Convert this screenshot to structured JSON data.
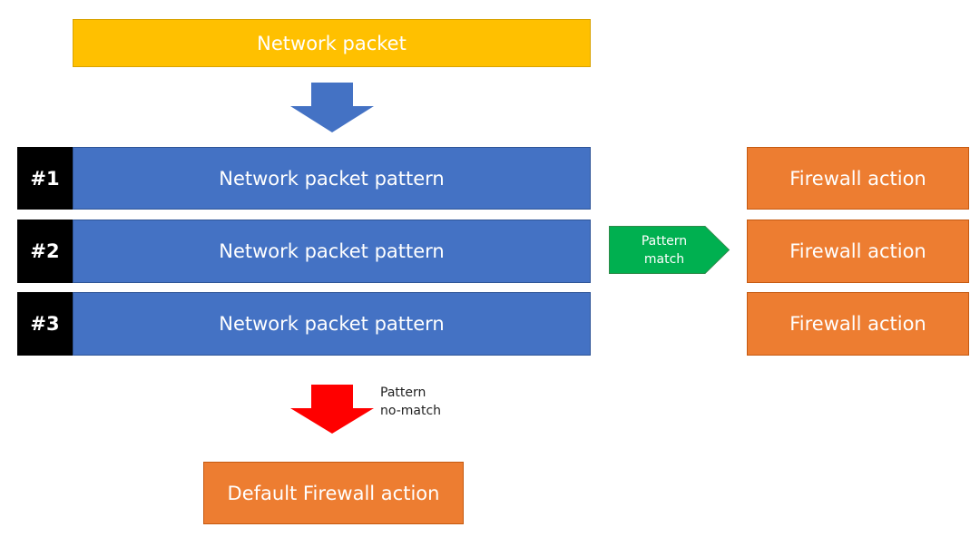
{
  "packet": {
    "label": "Network packet"
  },
  "rules": [
    {
      "number": "#1",
      "pattern": "Network packet pattern",
      "action": "Firewall action"
    },
    {
      "number": "#2",
      "pattern": "Network packet pattern",
      "action": "Firewall action"
    },
    {
      "number": "#3",
      "pattern": "Network packet pattern",
      "action": "Firewall action"
    }
  ],
  "match_arrow": {
    "line1": "Pattern",
    "line2": "match"
  },
  "nomatch_arrow": {
    "line1": "Pattern",
    "line2": "no-match"
  },
  "default_action": {
    "label": "Default Firewall action"
  },
  "colors": {
    "packet": "#ffc000",
    "pattern": "#4472c4",
    "rule_number": "#000000",
    "action": "#ed7d31",
    "match_arrow": "#00b050",
    "nomatch_arrow": "#ff0000",
    "down_arrow": "#4472c4"
  }
}
